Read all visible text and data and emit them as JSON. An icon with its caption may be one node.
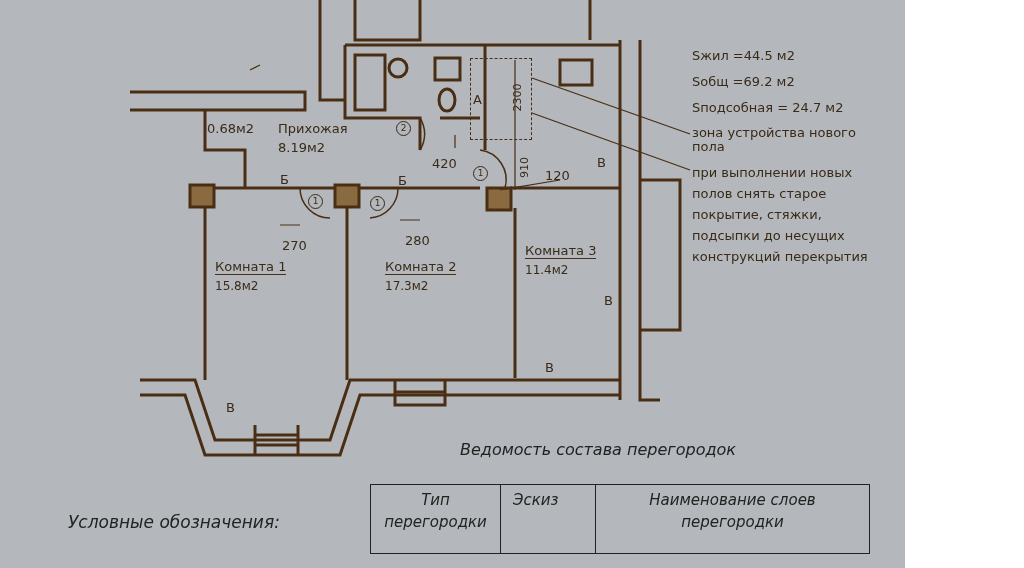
{
  "diagram": {
    "nodes": [
      {
        "text": [
          "0.68м2"
        ]
      },
      {
        "text": [
          "Прихожая",
          "8.19м2"
        ]
      },
      {
        "text": [
          "Комната 1",
          "15.8м2"
        ]
      },
      {
        "text": [
          "Комната 2",
          "17.3м2"
        ]
      },
      {
        "text": [
          "Комната 3",
          "11.4м2"
        ]
      },
      {
        "text": [],
        "shape": "box"
      },
      {
        "text": [
          "зона устройства нового пола"
        ]
      },
      {
        "text": [
          "при выполнении новых полов снять старое покрытие, стяжки, подсыпки до несущих конструкций перекрытия"
        ]
      }
    ],
    "edges": [
      {
        "from": 6,
        "to": 5,
        "arrow": "none"
      },
      {
        "from": 7,
        "to": 5,
        "arrow": "none"
      }
    ],
    "labels": [
      "Sжил =44.5 м2",
      "Sобщ =69.2 м2",
      "Sподсобная = 24.7 м2",
      "А",
      "2300",
      "2",
      "420",
      "910",
      "120",
      "В",
      "Б",
      "1",
      "Б",
      "1",
      "1",
      "270",
      "280",
      "В",
      "В",
      "В",
      "Ведомость состава перегородок",
      "Условные обозначения:",
      "Тип перегородки",
      "Эскиз",
      "Наименование слоев перегородки"
    ]
  }
}
